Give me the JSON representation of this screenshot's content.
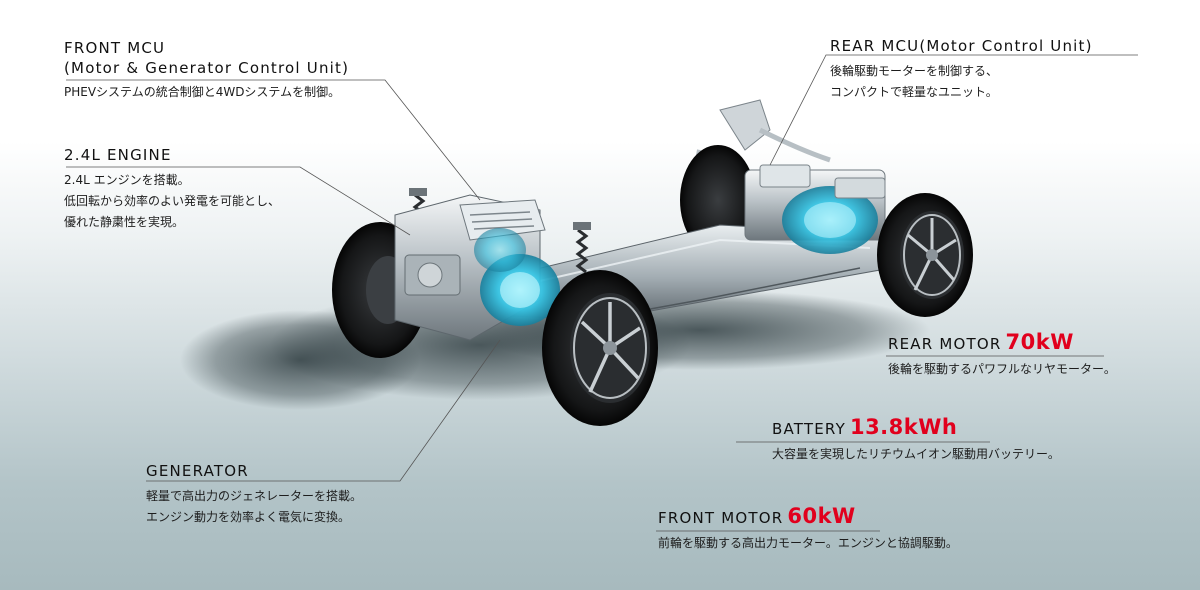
{
  "front_mcu": {
    "title_line1": "FRONT MCU",
    "title_line2": "(Motor & Generator Control Unit)",
    "desc": [
      "PHEVシステムの統合制御と4WDシステムを制御。"
    ]
  },
  "engine": {
    "title": "2.4L ENGINE",
    "desc": [
      "2.4L エンジンを搭載。",
      "低回転から効率のよい発電を可能とし、",
      "優れた静粛性を実現。"
    ]
  },
  "generator": {
    "title": "GENERATOR",
    "desc": [
      "軽量で高出力のジェネレーターを搭載。",
      "エンジン動力を効率よく電気に変換。"
    ]
  },
  "rear_mcu": {
    "title": "REAR MCU(Motor Control Unit)",
    "desc": [
      "後輪駆動モーターを制御する、",
      "コンパクトで軽量なユニット。"
    ]
  },
  "rear_motor": {
    "title": "REAR MOTOR",
    "value": "70kW",
    "desc": [
      "後輪を駆動するパワフルなリヤモーター。"
    ]
  },
  "battery": {
    "title": "BATTERY",
    "value": "13.8kWh",
    "desc": [
      "大容量を実現したリチウムイオン駆動用バッテリー。"
    ]
  },
  "front_motor": {
    "title": "FRONT MOTOR",
    "value": "60kW",
    "desc": [
      "前輪を駆動する高出力モーター。エンジンと協調駆動。"
    ]
  },
  "colors": {
    "accent": "#e1001d",
    "motor_glow": "#3fd3ee",
    "chassis": "#9aa3aa"
  },
  "icons": [
    "phev-chassis-illustration"
  ]
}
